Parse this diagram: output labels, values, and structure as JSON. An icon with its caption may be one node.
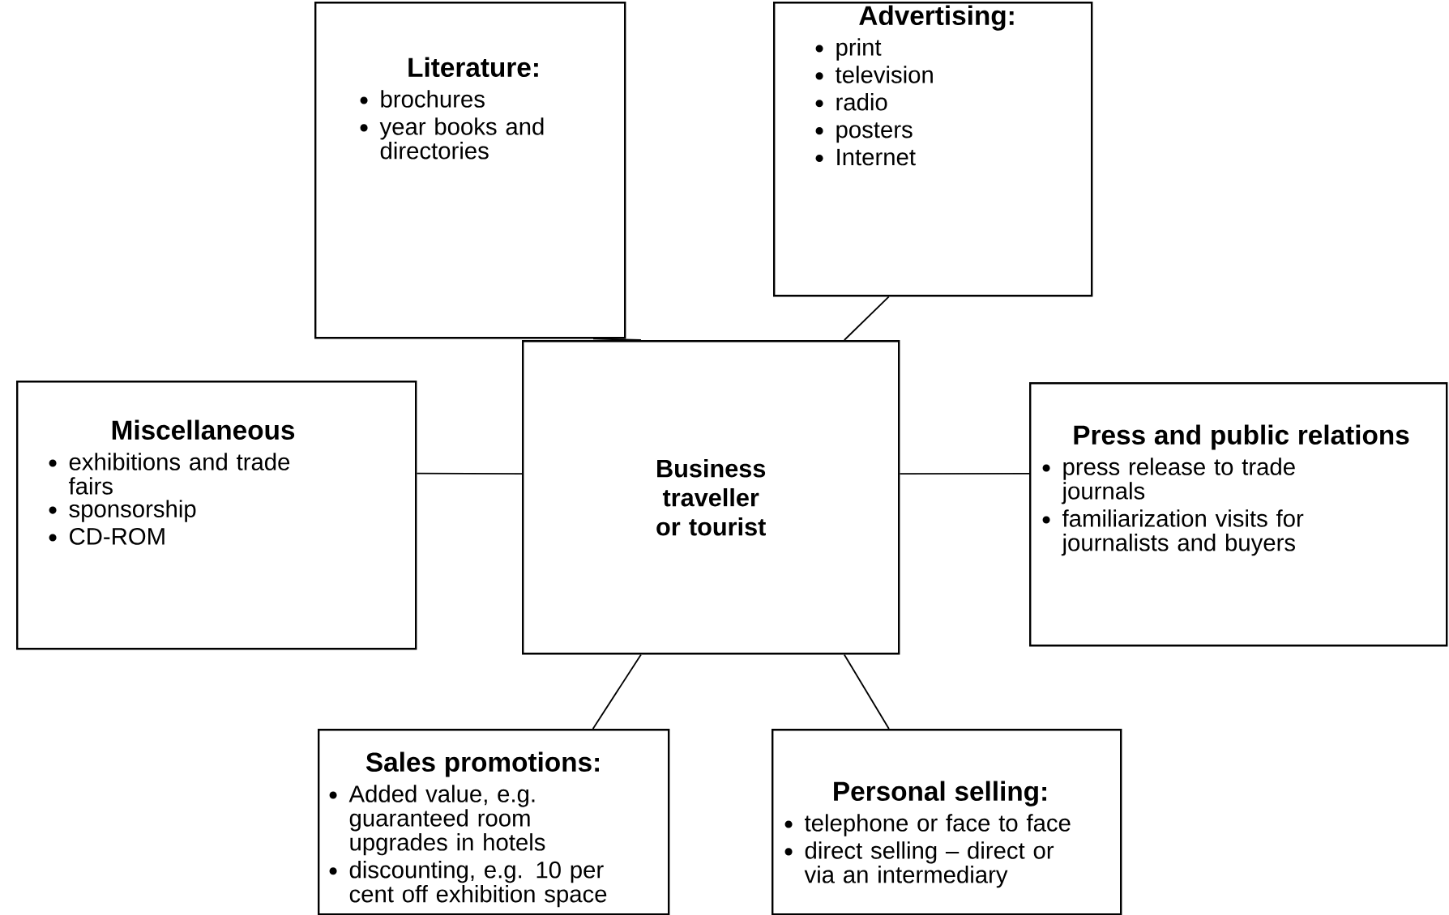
{
  "diagram": {
    "nodes": [
      {
        "text": [
          "Literature:",
          "brochures",
          "year books and directories"
        ]
      },
      {
        "text": [
          "Advertising:",
          "print",
          "television",
          "radio",
          "posters",
          "Internet"
        ]
      },
      {
        "text": [
          "Miscellaneous",
          "exhibitions and trade fairs",
          "sponsorship",
          "CD-ROM"
        ]
      },
      {
        "text": [
          "Business traveller or tourist"
        ]
      },
      {
        "text": [
          "Press and public relations",
          "press release to trade journals",
          "familiarization visits for journalists and buyers"
        ]
      },
      {
        "text": [
          "Sales promotions:",
          "Added value, e.g. guaranteed room upgrades in hotels",
          "discounting, e.g. 10 per cent off exhibition space"
        ]
      },
      {
        "text": [
          "Personal selling:",
          "telephone or face to face",
          "direct selling – direct or via an intermediary"
        ]
      }
    ],
    "edges": [
      {
        "from": 0,
        "to": 3,
        "arrow": "none"
      },
      {
        "from": 1,
        "to": 3,
        "arrow": "none"
      },
      {
        "from": 2,
        "to": 3,
        "arrow": "none"
      },
      {
        "from": 3,
        "to": 4,
        "arrow": "none"
      },
      {
        "from": 3,
        "to": 5,
        "arrow": "none"
      },
      {
        "from": 3,
        "to": 6,
        "arrow": "none"
      }
    ]
  }
}
